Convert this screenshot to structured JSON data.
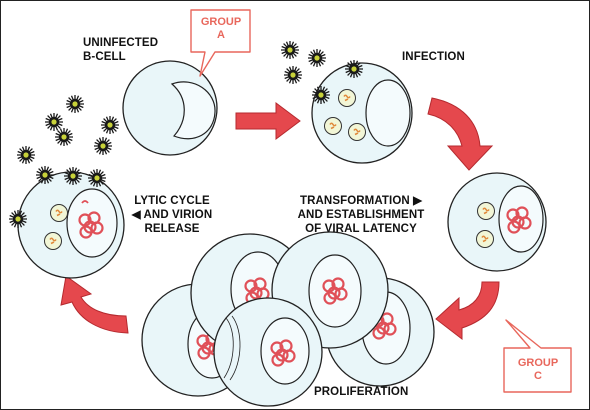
{
  "labels": {
    "uninfected_line1": "UNINFECTED",
    "uninfected_line2": "B-CELL",
    "infection": "INFECTION",
    "transformation_line1": "TRANSFORMATION ▶",
    "transformation_line2": "AND ESTABLISHMENT",
    "transformation_line3": "OF VIRAL LATENCY",
    "lytic_line1": "LYTIC CYCLE",
    "lytic_line2": "◀ AND VIRION",
    "lytic_line3": "RELEASE",
    "proliferation": "PROLIFERATION"
  },
  "callouts": {
    "group_a_line1": "GROUP",
    "group_a_line2": "A",
    "group_c_line1": "GROUP",
    "group_c_line2": "C"
  },
  "colors": {
    "arrow_fill": "#e5484d",
    "arrow_stroke": "#b52a2f",
    "cell_fill": "#e9f6f9",
    "nucleus_fill": "#f4fbfd",
    "episome_red": "#e05058",
    "vesicle_fill": "#f2f6d6",
    "virion_dark": "#1a1a1a",
    "virion_spike": "#c8d23a",
    "callout_stroke": "#e8675c"
  }
}
